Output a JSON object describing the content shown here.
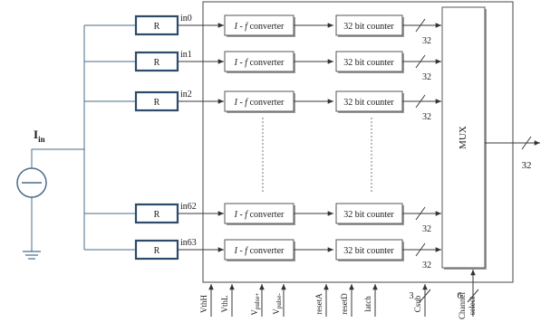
{
  "source": {
    "label": "I",
    "subscript": "in"
  },
  "resistor_label": "R",
  "channels": [
    {
      "input": "in0",
      "bus_width": "32"
    },
    {
      "input": "in1",
      "bus_width": "32"
    },
    {
      "input": "in2",
      "bus_width": "32"
    },
    {
      "input": "in62",
      "bus_width": "32"
    },
    {
      "input": "in63",
      "bus_width": "32"
    }
  ],
  "converter": {
    "italic_part": "I - f",
    "text_part": " converter"
  },
  "counter_label": "32 bit counter",
  "mux": {
    "label": "MUX",
    "output_width": "32"
  },
  "bottom_signals": [
    {
      "label": "VthH"
    },
    {
      "label": "VthL"
    },
    {
      "label": "V",
      "subscript": "pulse+"
    },
    {
      "label": "V",
      "subscript": "pulse-"
    },
    {
      "label": "resetA"
    },
    {
      "label": "resetD"
    },
    {
      "label": "latch"
    },
    {
      "label": "Csub",
      "bus_width": "3"
    },
    {
      "label": "Channel select",
      "line1": "Channel",
      "line2": "select",
      "bus_width": "6"
    }
  ]
}
